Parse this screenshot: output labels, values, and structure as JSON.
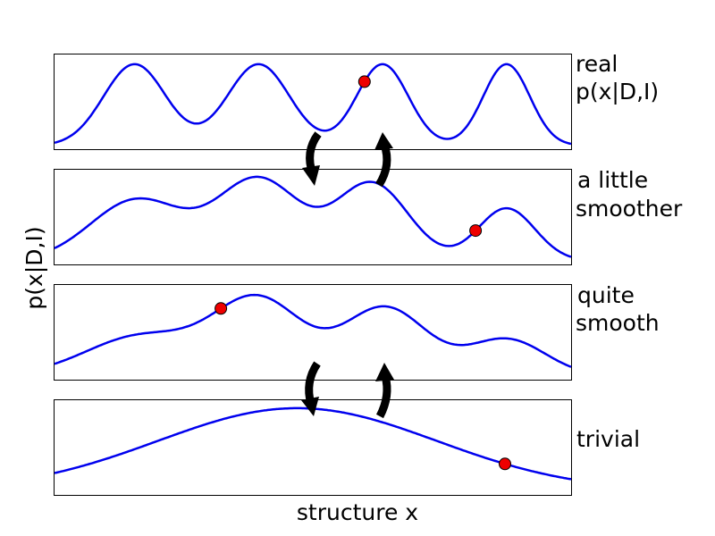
{
  "ylabel": "p(x|D,I)",
  "xlabel": "structure x",
  "curve_color": "#0000ee",
  "point_color": "#ee0000",
  "arrow_color": "#000000",
  "panels": [
    {
      "label_lines": [
        "real",
        "p(x|D,I)"
      ],
      "peaks": [
        {
          "x": 0.155,
          "h": 0.93,
          "w": 0.06
        },
        {
          "x": 0.395,
          "h": 0.93,
          "w": 0.06
        },
        {
          "x": 0.635,
          "h": 0.93,
          "w": 0.05
        },
        {
          "x": 0.875,
          "h": 0.93,
          "w": 0.045
        }
      ],
      "point_x": 0.6
    },
    {
      "label_lines": [
        "a little",
        "smoother"
      ],
      "peaks": [
        {
          "x": 0.16,
          "h": 0.7,
          "w": 0.09
        },
        {
          "x": 0.395,
          "h": 0.93,
          "w": 0.08
        },
        {
          "x": 0.615,
          "h": 0.88,
          "w": 0.07
        },
        {
          "x": 0.875,
          "h": 0.6,
          "w": 0.055
        }
      ],
      "point_x": 0.815
    },
    {
      "label_lines": [
        "quite",
        "smooth"
      ],
      "peaks": [
        {
          "x": 0.17,
          "h": 0.46,
          "w": 0.11
        },
        {
          "x": 0.395,
          "h": 0.86,
          "w": 0.085
        },
        {
          "x": 0.64,
          "h": 0.78,
          "w": 0.08
        },
        {
          "x": 0.875,
          "h": 0.42,
          "w": 0.075
        }
      ],
      "point_x": 0.322
    },
    {
      "label_lines": [
        "trivial"
      ],
      "peaks": [
        {
          "x": 0.47,
          "h": 0.95,
          "w": 0.27
        }
      ],
      "point_x": 0.872
    }
  ]
}
